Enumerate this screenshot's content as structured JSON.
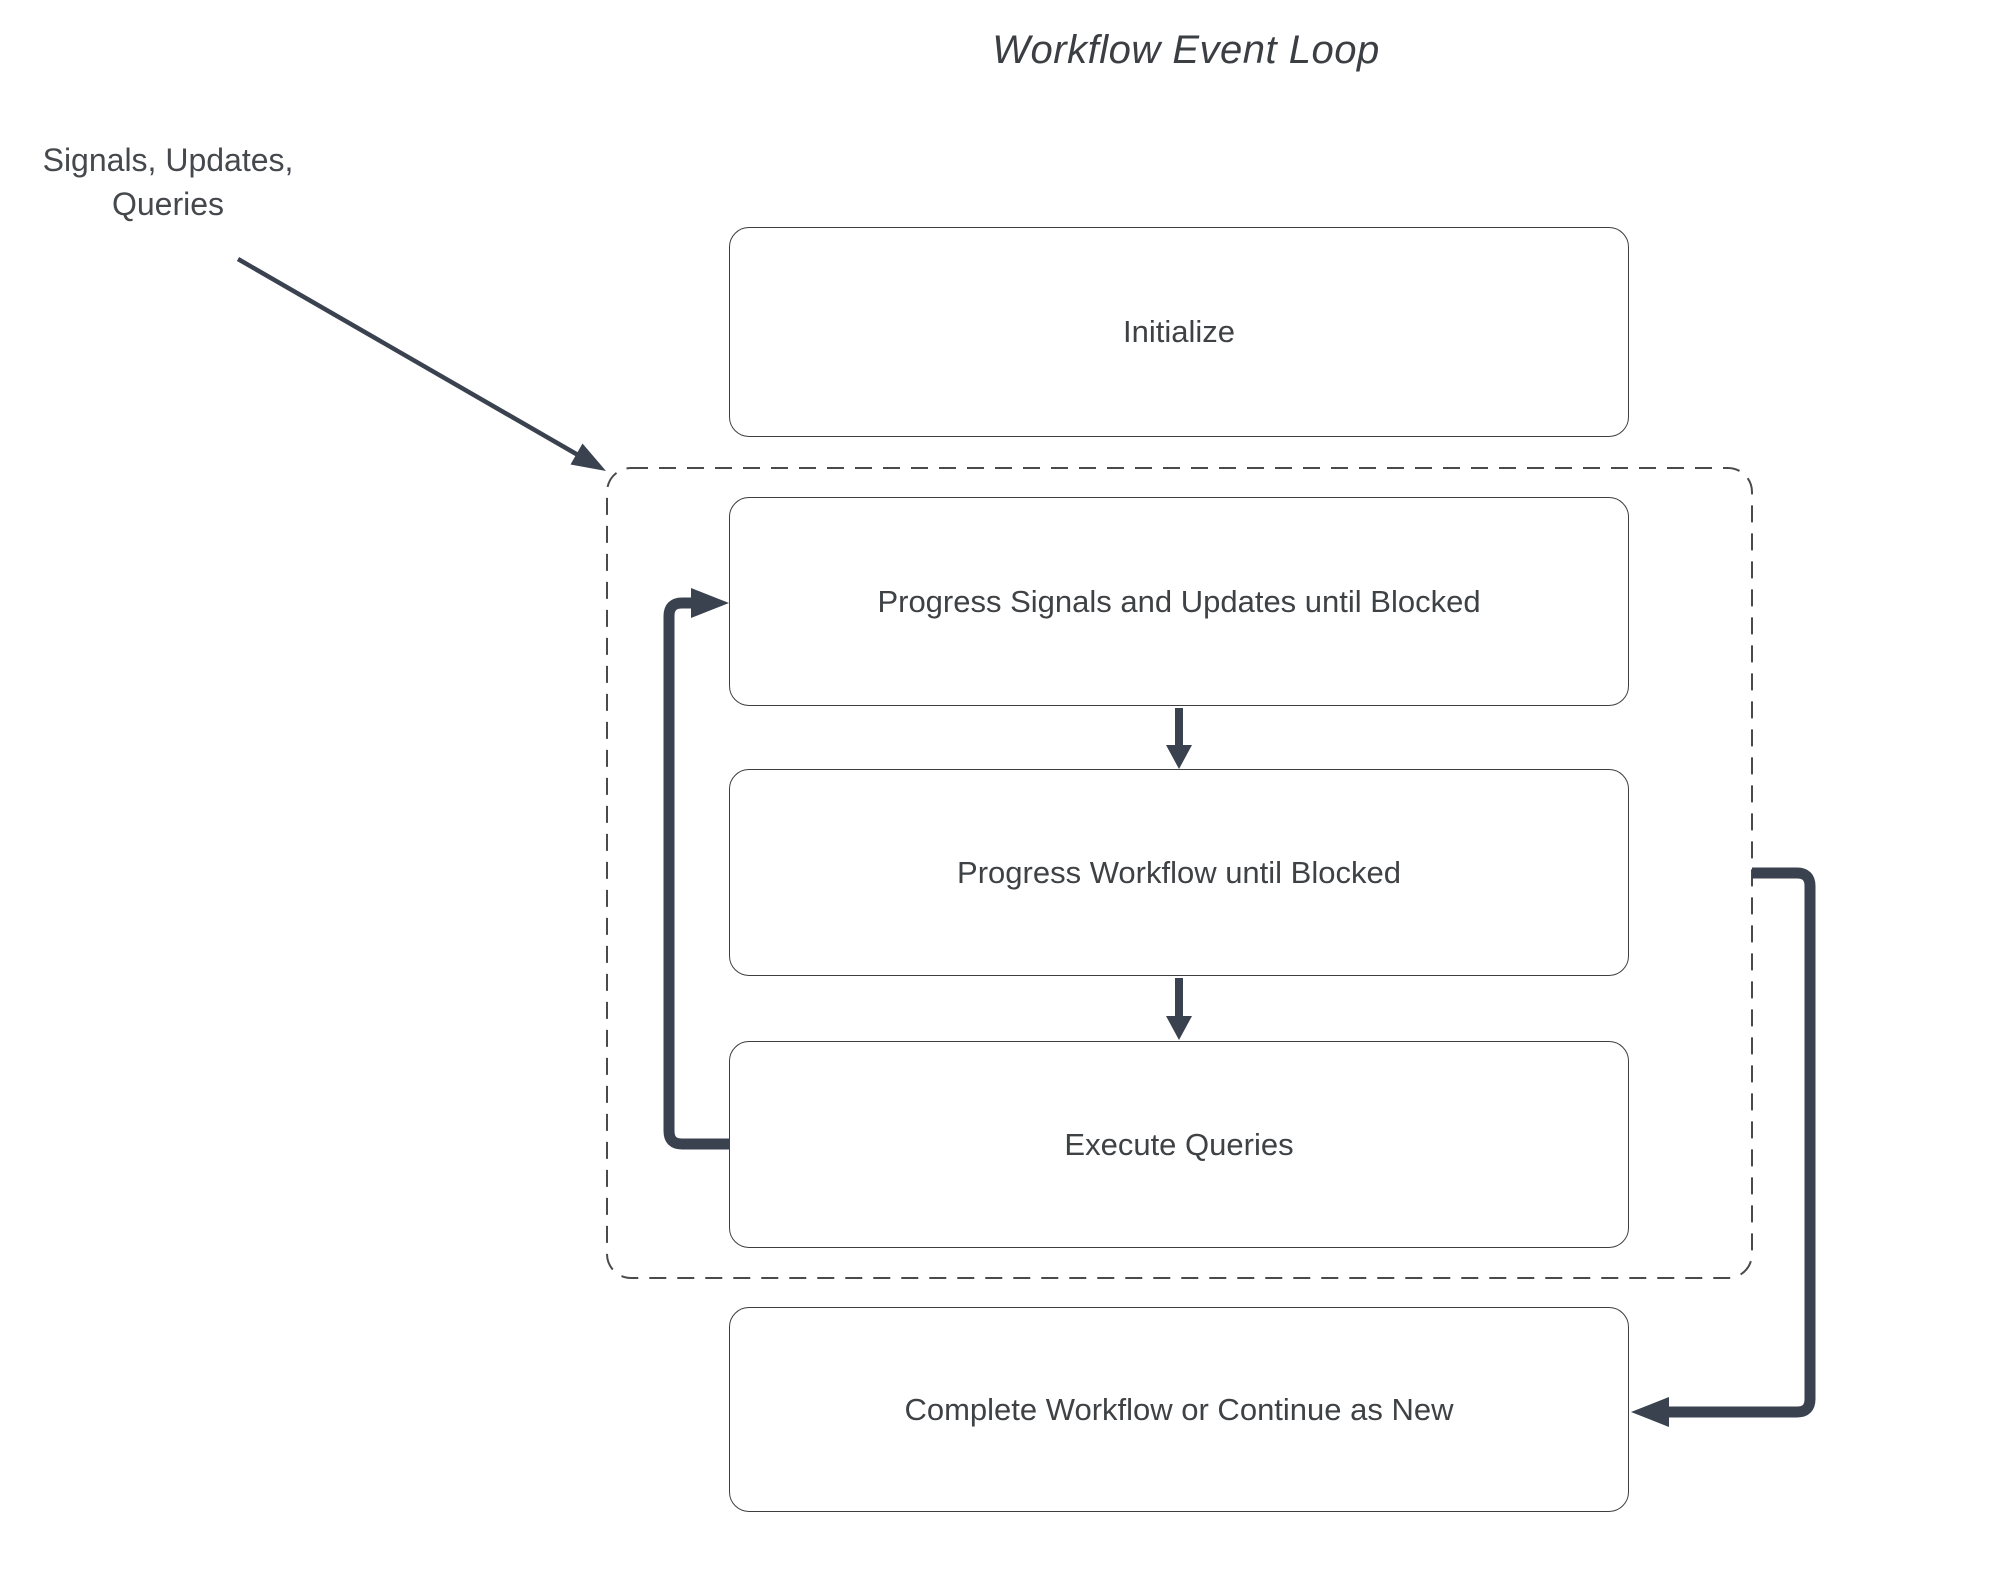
{
  "title": "Workflow Event Loop",
  "annotation": {
    "line1": "Signals, Updates,",
    "line2": "Queries"
  },
  "nodes": {
    "initialize": {
      "label": "Initialize"
    },
    "progress_signals": {
      "label": "Progress Signals and Updates until Blocked"
    },
    "progress_workflow": {
      "label": "Progress Workflow until Blocked"
    },
    "execute_queries": {
      "label": "Execute Queries"
    },
    "complete": {
      "label": "Complete Workflow or Continue as New"
    }
  },
  "groups": {
    "event_loop": {
      "style": "dashed-rounded-rect",
      "contains": [
        "progress_signals",
        "progress_workflow",
        "execute_queries"
      ]
    }
  },
  "edges": [
    {
      "from": "annotation",
      "to": "event_loop_group",
      "style": "thin-diagonal-arrow"
    },
    {
      "from": "progress_signals",
      "to": "progress_workflow",
      "style": "thick-down-arrow"
    },
    {
      "from": "progress_workflow",
      "to": "execute_queries",
      "style": "thick-down-arrow"
    },
    {
      "from": "execute_queries",
      "to": "progress_signals",
      "style": "thick-left-loop-arrow"
    },
    {
      "from": "event_loop_group",
      "to": "complete",
      "style": "thick-right-elbow-arrow"
    }
  ],
  "colors": {
    "background": "#FFFFFF",
    "node_fill": "#FFFFFF",
    "node_border": "#3E3E3E",
    "dashed_border": "#4A4A4A",
    "text": "#3F4245",
    "arrow": "#3B424F"
  }
}
